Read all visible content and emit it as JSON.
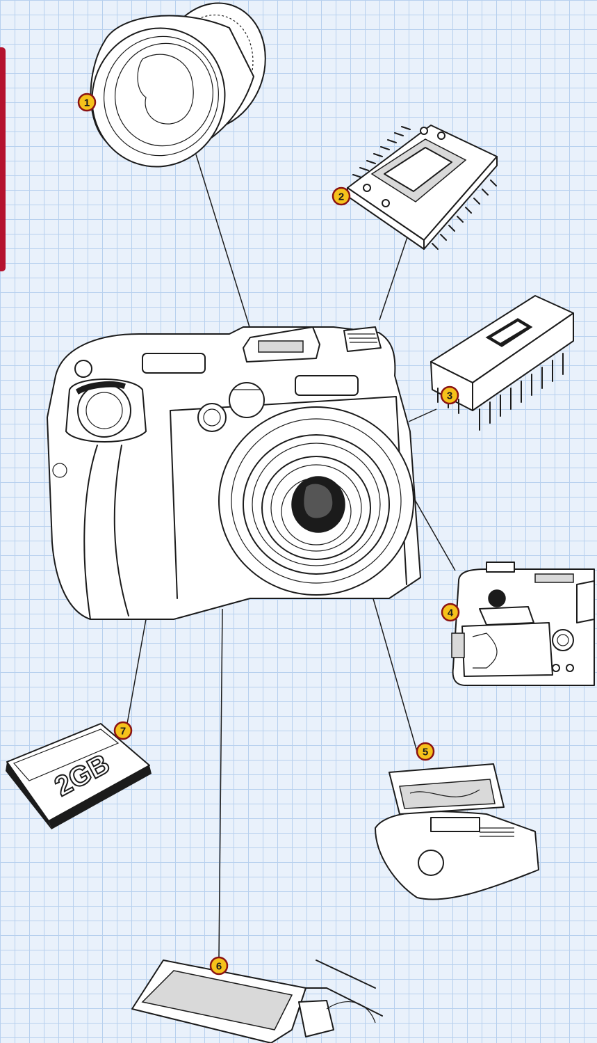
{
  "callouts": [
    {
      "number": "1",
      "component": "lens"
    },
    {
      "number": "2",
      "component": "image-sensor"
    },
    {
      "number": "3",
      "component": "processor-chip"
    },
    {
      "number": "4",
      "component": "battery-compartment"
    },
    {
      "number": "5",
      "component": "flash"
    },
    {
      "number": "6",
      "component": "lcd-screen"
    },
    {
      "number": "7",
      "component": "memory-card"
    }
  ],
  "memory_card": {
    "capacity_label": "2GB"
  },
  "colors": {
    "grid_background": "#e9f1fb",
    "grid_line": "#b7d0ee",
    "callout_fill": "#f6c21b",
    "callout_ring": "#8a1313",
    "side_tab": "#b5122e"
  }
}
